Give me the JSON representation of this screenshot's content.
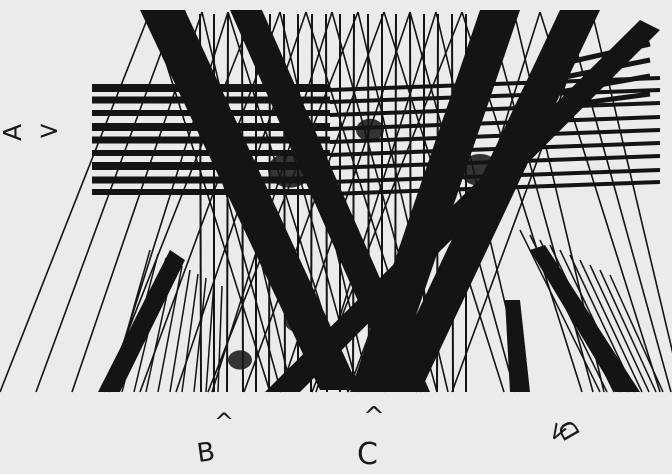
{
  "figure": {
    "background_color": "#ebebeb",
    "ink_color": "#141414",
    "labels": {
      "a": "A",
      "b": "B",
      "c": "C",
      "d": "D"
    },
    "arrows": {
      "a": ">",
      "b": "^",
      "c": "^",
      "d": "<"
    }
  }
}
